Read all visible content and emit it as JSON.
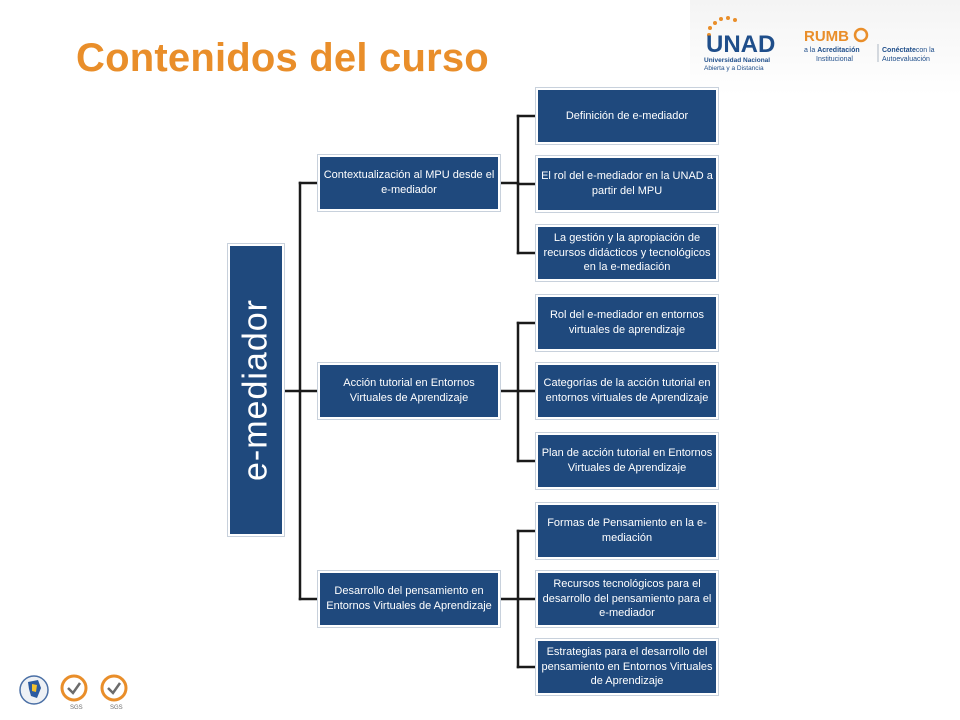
{
  "title": "Contenidos del curso",
  "logos": {
    "unad_mark": "UNAD",
    "unad_line1": "Universidad Nacional",
    "unad_line2": "Abierta y a Distancia",
    "rumbo_mark": "RUMB",
    "rumbo_line1a": "a la ",
    "rumbo_line1b": "Acreditación",
    "rumbo_line2": "Institucional",
    "connect_line1": "Conéctate",
    "connect_line1b": "con la",
    "connect_line2": "Autoevaluación"
  },
  "root": {
    "label": "e-mediador"
  },
  "branches": [
    {
      "label": "Contextualización al MPU desde el e-mediador",
      "children": [
        "Definición de e-mediador",
        "El rol del e-mediador en la UNAD a partir del MPU",
        "La gestión y la apropiación de recursos didácticos y tecnológicos en la e-mediación"
      ]
    },
    {
      "label": "Acción tutorial en Entornos Virtuales de Aprendizaje",
      "children": [
        "Rol del e-mediador en entornos virtuales de aprendizaje",
        "Categorías de la acción tutorial en entornos virtuales de Aprendizaje",
        "Plan de acción tutorial en Entornos Virtuales de Aprendizaje"
      ]
    },
    {
      "label": "Desarrollo del pensamiento en Entornos Virtuales de Aprendizaje",
      "children": [
        "Formas de Pensamiento en la e-mediación",
        "Recursos tecnológicos para el desarrollo del pensamiento para el e-mediador",
        "Estrategias para el desarrollo del pensamiento en Entornos Virtuales de Aprendizaje"
      ]
    }
  ],
  "footer": {
    "badge1": "SGS",
    "badge2": "SGS"
  },
  "colors": {
    "title": "#e98e2a",
    "box": "#1f497d",
    "line": "#1a1a1a"
  }
}
